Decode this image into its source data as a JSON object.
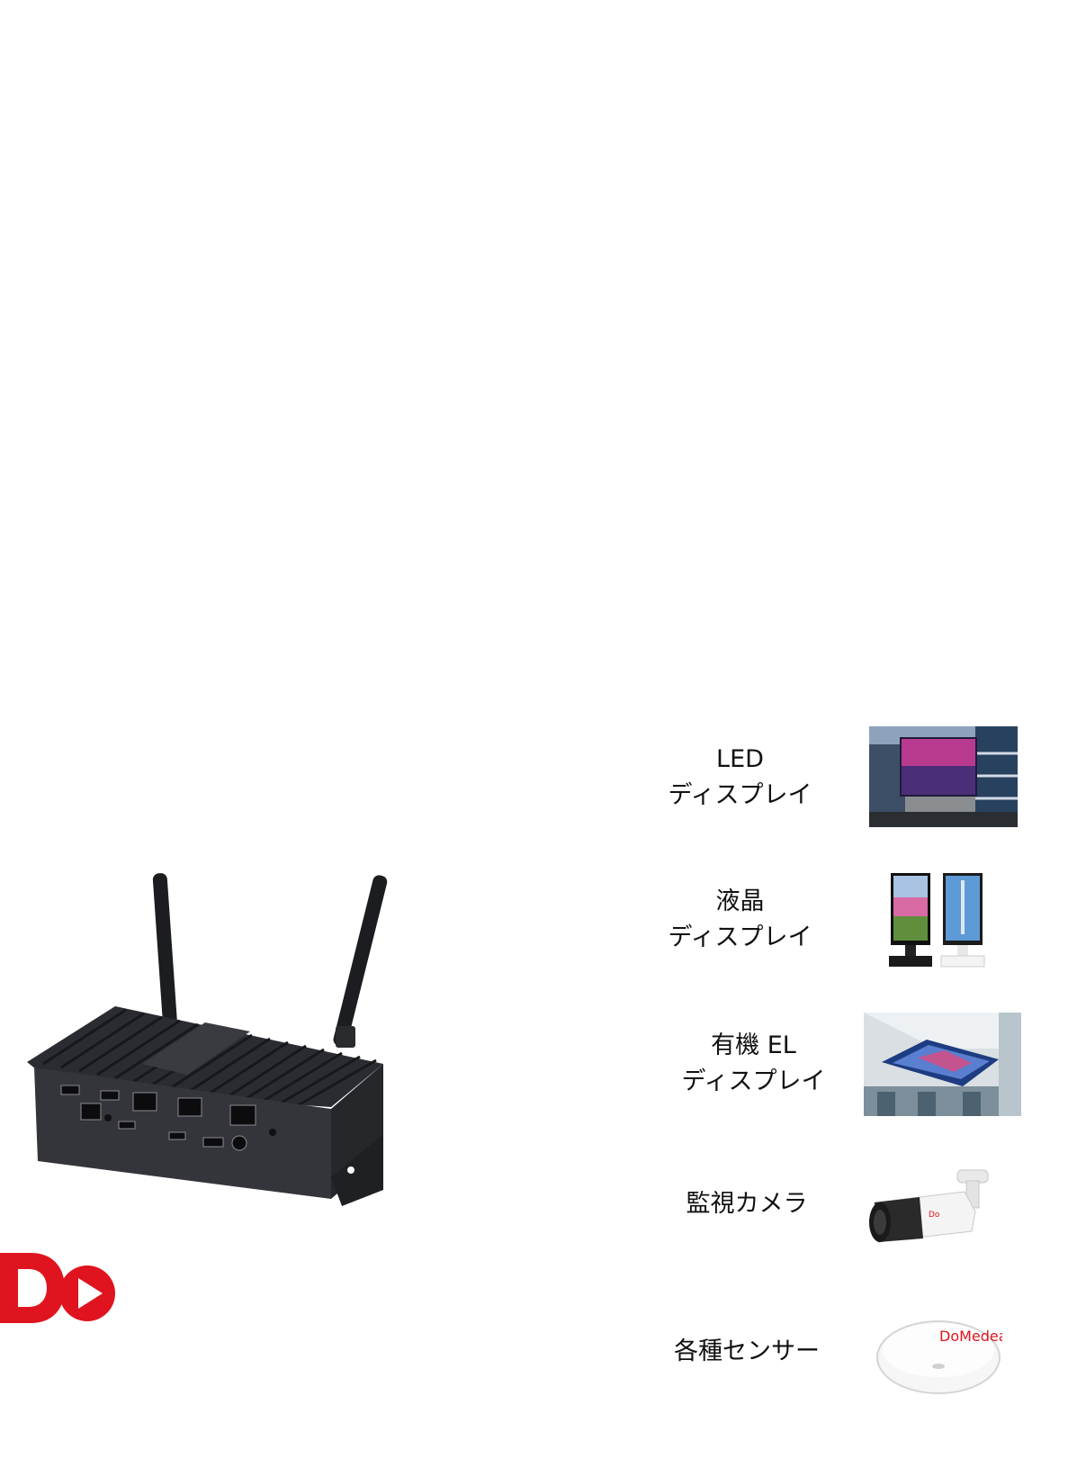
{
  "product_image": {
    "icon": "edge-media-player-device-icon"
  },
  "logo": {
    "icon": "do-media-logo-icon",
    "colors": {
      "primary": "#e0141e"
    }
  },
  "devices": [
    {
      "line1": "LED",
      "line2": "ディスプレイ",
      "icon": "led-display-photo-icon"
    },
    {
      "line1": "液晶",
      "line2": "ディスプレイ",
      "icon": "lcd-display-photo-icon"
    },
    {
      "line1": "有機 EL",
      "line2": "ディスプレイ",
      "icon": "oled-display-photo-icon"
    },
    {
      "line1": "監視カメラ",
      "icon": "security-camera-photo-icon"
    },
    {
      "line1": "各種センサー",
      "icon": "sensor-photo-icon",
      "brand": "DoMedea"
    }
  ]
}
